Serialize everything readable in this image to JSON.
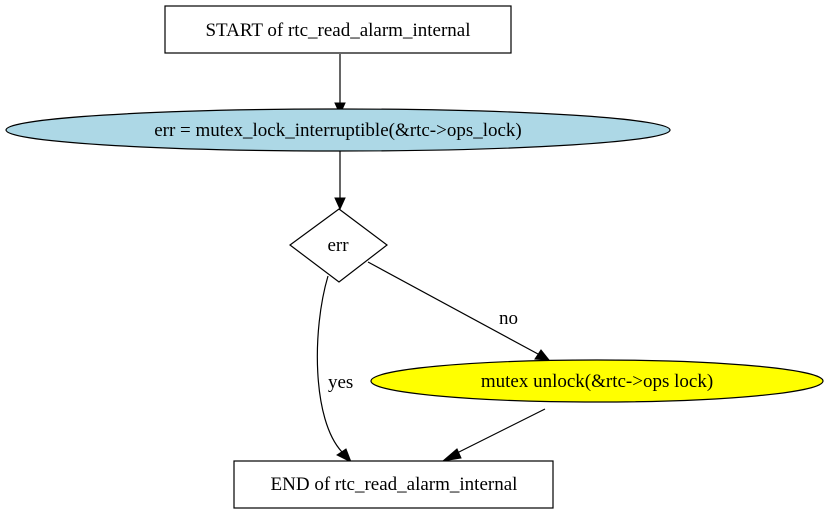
{
  "diagram": {
    "type": "flowchart",
    "nodes": [
      {
        "id": "start",
        "shape": "box",
        "label": "START of rtc_read_alarm_internal",
        "fill": "#ffffff"
      },
      {
        "id": "lock",
        "shape": "ellipse",
        "label": "err = mutex_lock_interruptible(&rtc->ops_lock)",
        "fill": "#add8e6"
      },
      {
        "id": "cond",
        "shape": "diamond",
        "label": "err",
        "fill": "#ffffff"
      },
      {
        "id": "unlock",
        "shape": "ellipse",
        "label": "mutex_unlock(&rtc->ops_lock)",
        "display_label": "mutex  unlock(&rtc->ops  lock)",
        "fill": "#ffff00"
      },
      {
        "id": "end",
        "shape": "box",
        "label": "END of rtc_read_alarm_internal",
        "fill": "#ffffff"
      }
    ],
    "edges": [
      {
        "from": "start",
        "to": "lock",
        "label": ""
      },
      {
        "from": "lock",
        "to": "cond",
        "label": ""
      },
      {
        "from": "cond",
        "to": "unlock",
        "label": "no"
      },
      {
        "from": "cond",
        "to": "end",
        "label": "yes"
      },
      {
        "from": "unlock",
        "to": "end",
        "label": ""
      }
    ]
  }
}
